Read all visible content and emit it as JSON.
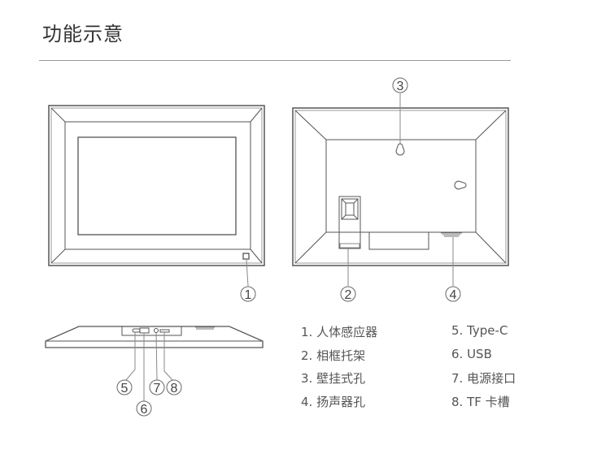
{
  "title": "功能示意",
  "callouts": [
    "1",
    "2",
    "3",
    "4",
    "5",
    "6",
    "7",
    "8"
  ],
  "legend": [
    "1. 人体感应器",
    "2. 相框托架",
    "3. 壁挂式孔",
    "4. 扬声器孔",
    "5. Type-C",
    "6. USB",
    "7. 电源接口",
    "8. TF 卡槽"
  ]
}
